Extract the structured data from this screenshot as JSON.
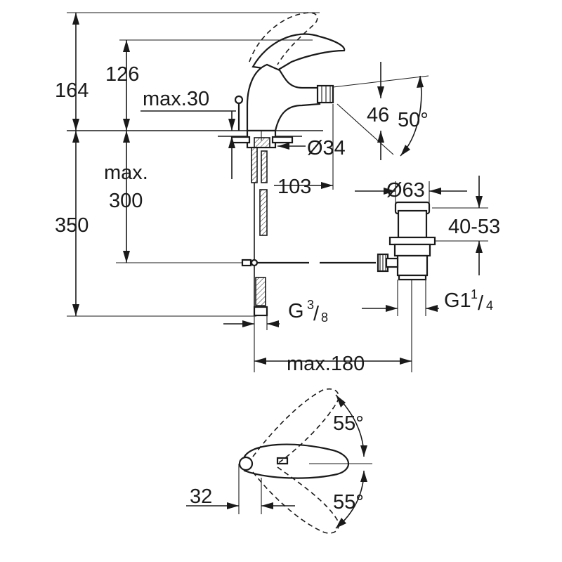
{
  "diagram": {
    "dimensions": {
      "height_total": "164",
      "height_spout": "126",
      "lever_clearance": "max.30",
      "spout_height_46": "46",
      "spout_angle": "50°",
      "hole_diameter": "Ø34",
      "deck_thickness_max": "max.",
      "deck_thickness_value": "300",
      "spout_reach": "103",
      "waste_diameter": "Ø63",
      "waste_range": "40-53",
      "hose_length": "350",
      "connection_main": "G",
      "connection_sup": "3",
      "connection_sub": "8",
      "waste_thread_main": "G1",
      "waste_thread_sup": "1",
      "waste_thread_sub": "4",
      "waste_distance": "max.180",
      "lever_angle_top": "55°",
      "lever_angle_bottom": "55°",
      "lever_offset": "32"
    }
  }
}
